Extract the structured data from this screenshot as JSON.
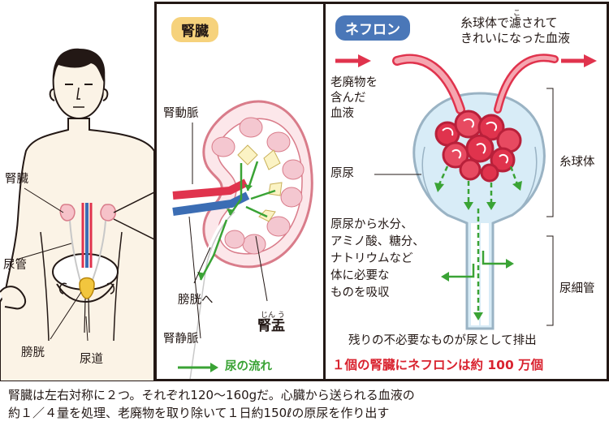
{
  "body_labels": {
    "kidney": "腎臓",
    "ureter": "尿管",
    "bladder": "膀胱",
    "urethra": "尿道"
  },
  "kidney_panel": {
    "title": "腎臓",
    "renal_artery": "腎動脈",
    "to_bladder": "膀胱へ",
    "renal_vein": "腎静脈",
    "pelvis_ruby": "じん う",
    "renal_pelvis": "腎盂",
    "legend_label": "尿の流れ"
  },
  "nephron_panel": {
    "title": "ネフロン",
    "filtered_blood": "糸球体で濾されて\nきれいになった血液",
    "filter_ruby": "こ",
    "waste_blood": "老廃物を\n含んだ\n血液",
    "primary_urine": "原尿",
    "absorption": "原尿から水分、\nアミノ酸、糖分、\nナトリウムなど\n体に必要な\nものを吸収",
    "glomerulus": "糸球体",
    "tubule": "尿細管",
    "excretion": "残りの不必要なものが尿として排出",
    "count_note": "１個の腎臓にネフロンは約 100 万個"
  },
  "caption": {
    "line1": "腎臓は左右対称に２つ。それぞれ120～160gだ。心臓から送られる血液の",
    "line2": "約１／４量を処理、老廃物を取り除いて１日約150ℓの原尿を作り出す"
  },
  "colors": {
    "tag_kidney": "#f6d27c",
    "tag_nephron": "#4a77b8",
    "artery": "#e0334d",
    "vein": "#3b6db4",
    "urine_flow": "#3aa335",
    "count_note": "#d9232f",
    "skin": "#fbf3e6",
    "capsule": "#d8ecf7"
  }
}
